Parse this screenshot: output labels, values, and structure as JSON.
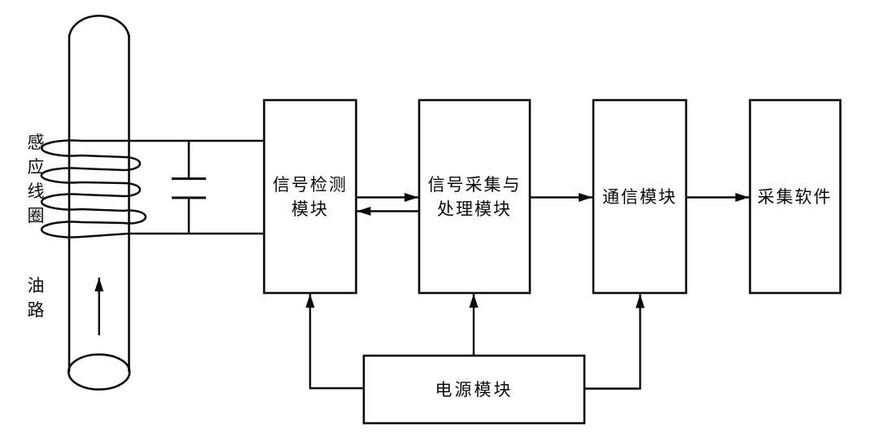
{
  "diagram": {
    "colors": {
      "line": "#0a0a0a",
      "background": "#ffffff"
    },
    "sensor": {
      "coil_label": "感应线圈",
      "pipe_label": "油路"
    },
    "blocks": {
      "detection": "信号检测\n模块",
      "acquisition": "信号采集与\n处理模块",
      "communication": "通信模块",
      "software": "采集软件",
      "power": "电源模块"
    }
  }
}
